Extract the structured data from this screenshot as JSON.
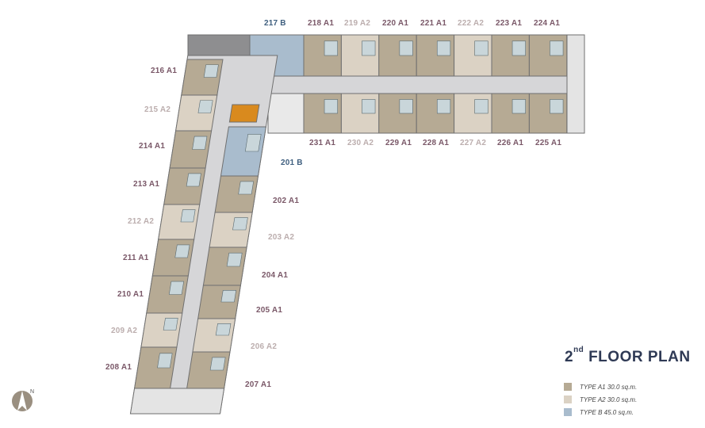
{
  "title": {
    "ordinal": "2",
    "suffix": "nd",
    "text": "FLOOR PLAN"
  },
  "colors": {
    "A1": "#b6aa94",
    "A2": "#dbd2c4",
    "B": "#a9bccd",
    "corridor": "#d6d6d8",
    "service": "#8e8e90",
    "stair": "#d98a1e"
  },
  "legend": [
    {
      "label": "TYPE A1 30.0 sq.m.",
      "color": "#b6aa94"
    },
    {
      "label": "TYPE A2 30.0 sq.m.",
      "color": "#dbd2c4"
    },
    {
      "label": "TYPE  B 45.0 sq.m.",
      "color": "#a9bccd"
    }
  ],
  "units": {
    "u201": "201 B",
    "u202": "202 A1",
    "u203": "203 A2",
    "u204": "204 A1",
    "u205": "205 A1",
    "u206": "206 A2",
    "u207": "207 A1",
    "u208": "208 A1",
    "u209": "209 A2",
    "u210": "210 A1",
    "u211": "211 A1",
    "u212": "212 A2",
    "u213": "213 A1",
    "u214": "214 A1",
    "u215": "215 A2",
    "u216": "216 A1",
    "u217": "217 B",
    "u218": "218 A1",
    "u219": "219 A2",
    "u220": "220 A1",
    "u221": "221 A1",
    "u222": "222 A2",
    "u223": "223 A1",
    "u224": "224 A1",
    "u225": "225 A1",
    "u226": "226 A1",
    "u227": "227 A2",
    "u228": "228 A1",
    "u229": "229 A1",
    "u230": "230 A2",
    "u231": "231 A1"
  }
}
